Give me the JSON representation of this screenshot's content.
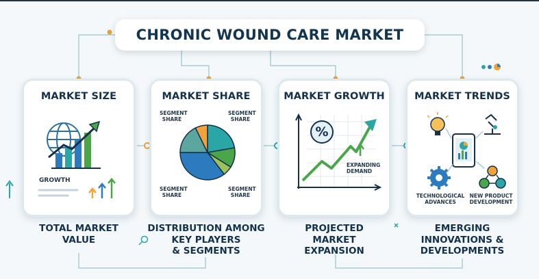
{
  "title": "CHRONIC WOUND CARE MARKET",
  "cards": [
    {
      "title": "MARKET SIZE",
      "icon": "globe-growth-chart-icon",
      "label": "GROWTH",
      "caption_lines": [
        "TOTAL MARKET",
        "VALUE"
      ]
    },
    {
      "title": "MARKET SHARE",
      "icon": "pie-chart-icon",
      "segment_label_lines": [
        "SEGMENT",
        "SHARE"
      ],
      "caption_lines": [
        "DISTRIBUTION AMONG",
        "KEY PLAYERS",
        "& SEGMENTS"
      ]
    },
    {
      "title": "MARKET GROWTH",
      "icon": "growth-line-chart-icon",
      "symbol": "%",
      "label_lines": [
        "EXPANDING",
        "DEMAND"
      ],
      "caption_lines": [
        "PROJECTED",
        "MARKET",
        "EXPANSION"
      ]
    },
    {
      "title": "MARKET TRENDS",
      "icon": "innovation-tablet-icon",
      "label_left_lines": [
        "TECHNOLOGICAL",
        "ADVANCES"
      ],
      "label_right_lines": [
        "NEW PRODUCT",
        "DEVELOPMENT"
      ],
      "caption_lines": [
        "EMERGING",
        "INNOVATIONS &",
        "DEVELOPMENTS"
      ]
    }
  ],
  "colors": {
    "navy": "#13304d",
    "teal": "#2aa6a6",
    "blue": "#2c7bbf",
    "green": "#4ba64a",
    "orange": "#f2a23a",
    "connector": "#9fc8d2"
  }
}
